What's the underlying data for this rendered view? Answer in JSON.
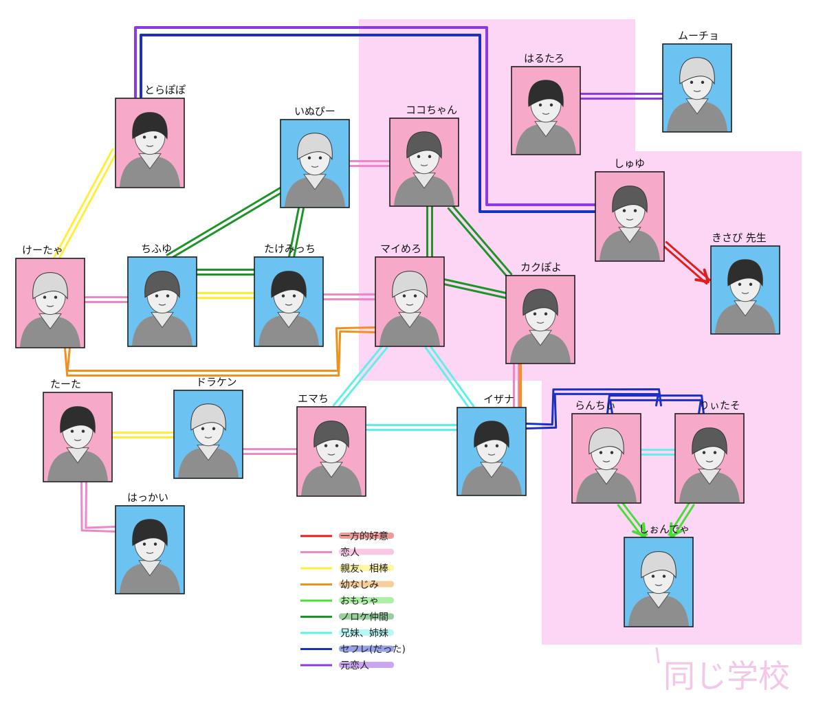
{
  "colors": {
    "one_sided": "#e01e1e",
    "lovers": "#ef86c6",
    "best_friend": "#ffee3a",
    "childhood": "#f2901c",
    "toy": "#48dd38",
    "dumb_couple": "#1c9428",
    "siblings": "#5ff0e8",
    "sefure": "#1830c6",
    "ex_lover": "#8a3ae0",
    "card_pink": "#f7a9c9",
    "card_blue": "#6cc2f0",
    "school_zone": "#fdd6f5"
  },
  "characters": [
    {
      "id": "torapopo",
      "name": "とらぽぽ",
      "bg": "pink"
    },
    {
      "id": "inupi",
      "name": "いぬぴー",
      "bg": "blue"
    },
    {
      "id": "kokochan",
      "name": "ココちゃん",
      "bg": "pink"
    },
    {
      "id": "harutaro",
      "name": "はるたろ",
      "bg": "pink"
    },
    {
      "id": "mucho",
      "name": "ムーチョ",
      "bg": "blue"
    },
    {
      "id": "shuyu",
      "name": "しゅゆ",
      "bg": "pink"
    },
    {
      "id": "kisapi",
      "name": "きさぴ 先生",
      "bg": "blue"
    },
    {
      "id": "ketcha",
      "name": "けーたゃ",
      "bg": "pink"
    },
    {
      "id": "chifuyu",
      "name": "ちふゆ",
      "bg": "blue"
    },
    {
      "id": "takemicchi",
      "name": "たけみっち",
      "bg": "blue"
    },
    {
      "id": "maimero",
      "name": "マイめろ",
      "bg": "pink"
    },
    {
      "id": "kakupoyo",
      "name": "カクぽよ",
      "bg": "pink"
    },
    {
      "id": "tata",
      "name": "たーた",
      "bg": "pink"
    },
    {
      "id": "draken",
      "name": "ドラケン",
      "bg": "blue"
    },
    {
      "id": "emachi",
      "name": "エマち",
      "bg": "pink"
    },
    {
      "id": "izana",
      "name": "イザナ",
      "bg": "blue"
    },
    {
      "id": "ranchi",
      "name": "らんちぃ",
      "bg": "pink"
    },
    {
      "id": "rittaso",
      "name": "りぃたそ",
      "bg": "pink"
    },
    {
      "id": "hakkai",
      "name": "はっかい",
      "bg": "blue"
    },
    {
      "id": "shinnichiya",
      "name": "しぉんでゃ",
      "bg": "blue"
    }
  ],
  "legend": [
    {
      "label": "一方的好意",
      "color": "#e01e1e"
    },
    {
      "label": "恋人",
      "color": "#ef86c6"
    },
    {
      "label": "親友、相棒",
      "color": "#ffee3a"
    },
    {
      "label": "幼なじみ",
      "color": "#f2901c"
    },
    {
      "label": "おもちゃ",
      "color": "#48dd38"
    },
    {
      "label": "ノロケ仲間",
      "color": "#1c9428"
    },
    {
      "label": "兄妹、姉妹",
      "color": "#5ff0e8"
    },
    {
      "label": "セフレ(だった)",
      "color": "#1830c6"
    },
    {
      "label": "元恋人",
      "color": "#8a3ae0"
    }
  ],
  "school_label": "同じ学校",
  "relations": [
    {
      "from": "torapopo",
      "to": "shuyu",
      "type": "ex_lover"
    },
    {
      "from": "torapopo",
      "to": "shuyu",
      "type": "sefure"
    },
    {
      "from": "torapopo",
      "to": "ketcha",
      "type": "best_friend"
    },
    {
      "from": "inupi",
      "to": "kokochan",
      "type": "lovers"
    },
    {
      "from": "inupi",
      "to": "chifuyu",
      "type": "dumb_couple"
    },
    {
      "from": "inupi",
      "to": "takemicchi",
      "type": "dumb_couple"
    },
    {
      "from": "kokochan",
      "to": "maimero",
      "type": "dumb_couple"
    },
    {
      "from": "kokochan",
      "to": "kakupoyo",
      "type": "dumb_couple"
    },
    {
      "from": "harutaro",
      "to": "mucho",
      "type": "ex_lover"
    },
    {
      "from": "shuyu",
      "to": "kisapi",
      "type": "one_sided"
    },
    {
      "from": "ketcha",
      "to": "chifuyu",
      "type": "lovers"
    },
    {
      "from": "ketcha",
      "to": "maimero",
      "type": "childhood"
    },
    {
      "from": "chifuyu",
      "to": "takemicchi",
      "type": "dumb_couple"
    },
    {
      "from": "chifuyu",
      "to": "takemicchi",
      "type": "best_friend"
    },
    {
      "from": "takemicchi",
      "to": "maimero",
      "type": "lovers"
    },
    {
      "from": "maimero",
      "to": "kakupoyo",
      "type": "dumb_couple"
    },
    {
      "from": "maimero",
      "to": "emachi",
      "type": "siblings"
    },
    {
      "from": "maimero",
      "to": "izana",
      "type": "siblings"
    },
    {
      "from": "kakupoyo",
      "to": "izana",
      "type": "lovers"
    },
    {
      "from": "kakupoyo",
      "to": "izana",
      "type": "childhood"
    },
    {
      "from": "tata",
      "to": "draken",
      "type": "best_friend"
    },
    {
      "from": "tata",
      "to": "hakkai",
      "type": "lovers"
    },
    {
      "from": "draken",
      "to": "emachi",
      "type": "lovers"
    },
    {
      "from": "emachi",
      "to": "izana",
      "type": "siblings"
    },
    {
      "from": "izana",
      "to": "ranchi",
      "type": "sefure"
    },
    {
      "from": "ranchi",
      "to": "rittaso",
      "type": "siblings"
    },
    {
      "from": "ranchi",
      "to": "rittaso",
      "type": "sefure"
    },
    {
      "from": "ranchi",
      "to": "shinnichiya",
      "type": "toy"
    },
    {
      "from": "rittaso",
      "to": "shinnichiya",
      "type": "toy"
    }
  ]
}
